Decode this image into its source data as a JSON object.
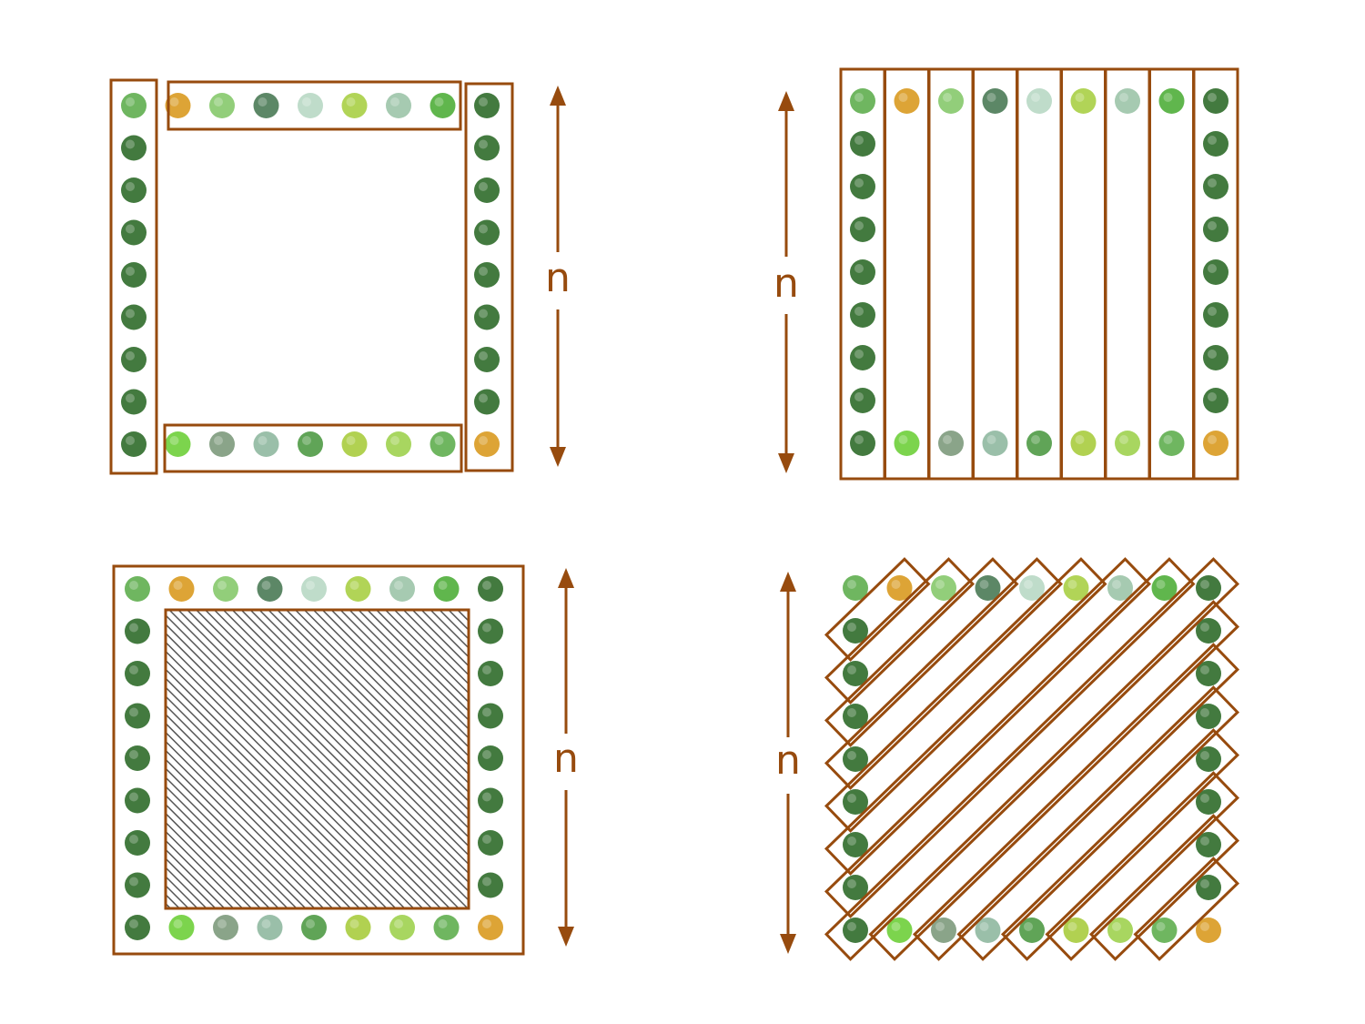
{
  "figure": {
    "dimension_label": "n",
    "outline_color": "#974b0e",
    "hatch_color": "#555555",
    "tree_palette": [
      "#5fae4f",
      "#86c96b",
      "#b8d8c4",
      "#9cc4a8",
      "#2f6b2a",
      "#7d9a7c",
      "#4f9a45",
      "#9fd24f",
      "#d99a20",
      "#4a7a55",
      "#a8cf45",
      "#4fae3a",
      "#6ecf3a",
      "#8fb8a0",
      "#a9cc3e"
    ],
    "panels": [
      {
        "id": "perimeter-segments",
        "trees_per_side": 9,
        "groups": "perimeter-split",
        "center_fill": "none"
      },
      {
        "id": "columns",
        "trees_per_side": 9,
        "groups": "columns",
        "center_fill": "none"
      },
      {
        "id": "perimeter-ring",
        "trees_per_side": 9,
        "groups": "ring",
        "center_fill": "hatched"
      },
      {
        "id": "diagonals",
        "trees_per_side": 9,
        "groups": "diagonals",
        "center_fill": "none"
      }
    ]
  }
}
